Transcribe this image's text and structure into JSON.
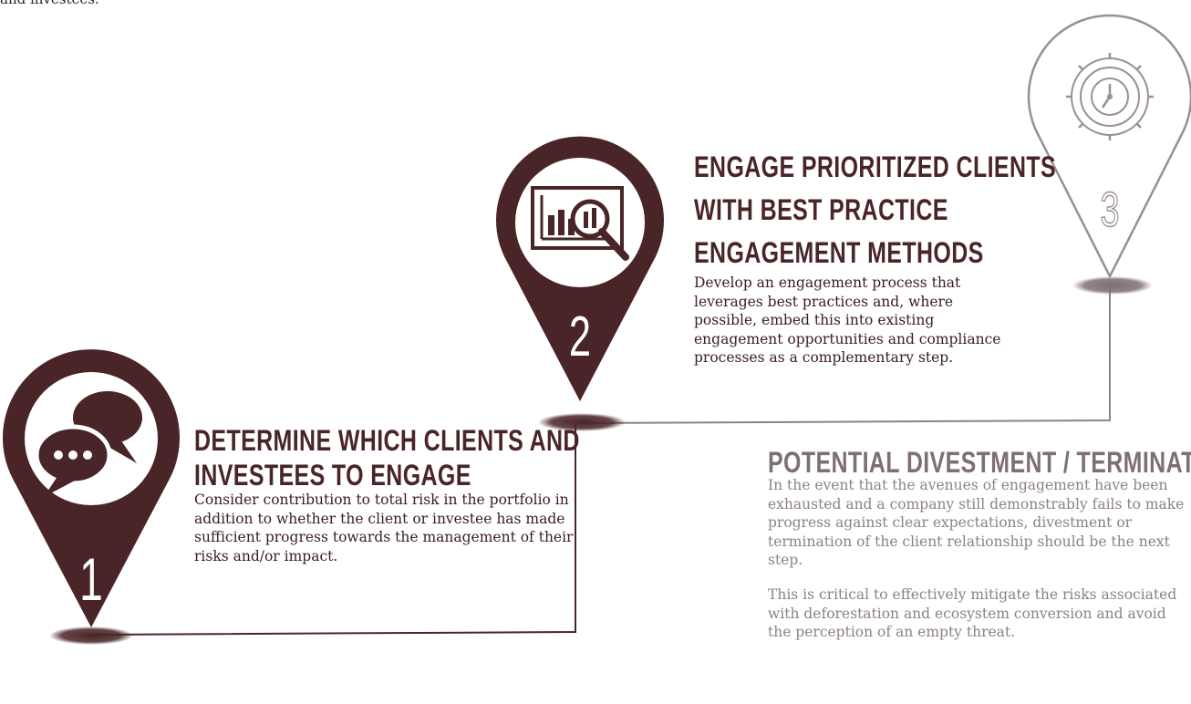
{
  "top_snippet": "and investees.",
  "colors": {
    "primary": "#4a2527",
    "secondary_title": "#7e6f72",
    "secondary_text": "#8d8185",
    "outline": "#9a8f91"
  },
  "steps": [
    {
      "number": "1",
      "icon": "speech-bubbles-icon",
      "title_lines": [
        "Determine which clients and",
        "investees to engage"
      ],
      "body": "Consider contribution to total risk in the portfolio in addition to whether the client or investee has made sufficient progress towards the management of their risks and/or impact."
    },
    {
      "number": "2",
      "icon": "chart-magnifier-icon",
      "title_lines": [
        "Engage prioritized clients",
        "with best practice",
        "engagement methods"
      ],
      "body": "Develop an engagement process that leverages best practices and, where possible, embed this into existing engagement opportunities and compliance processes as a complementary step."
    },
    {
      "number": "3",
      "icon": "gear-clock-icon",
      "title_lines": [
        "Potential divestment / termination"
      ],
      "body": "In the event that the avenues of engagement have been exhausted and a company still demonstrably fails to make progress against clear expectations, divestment or termination of the client relationship should be the next step.",
      "body2": "This is critical to effectively mitigate the risks associated with deforestation and ecosystem conversion and avoid the perception of an empty threat."
    }
  ]
}
